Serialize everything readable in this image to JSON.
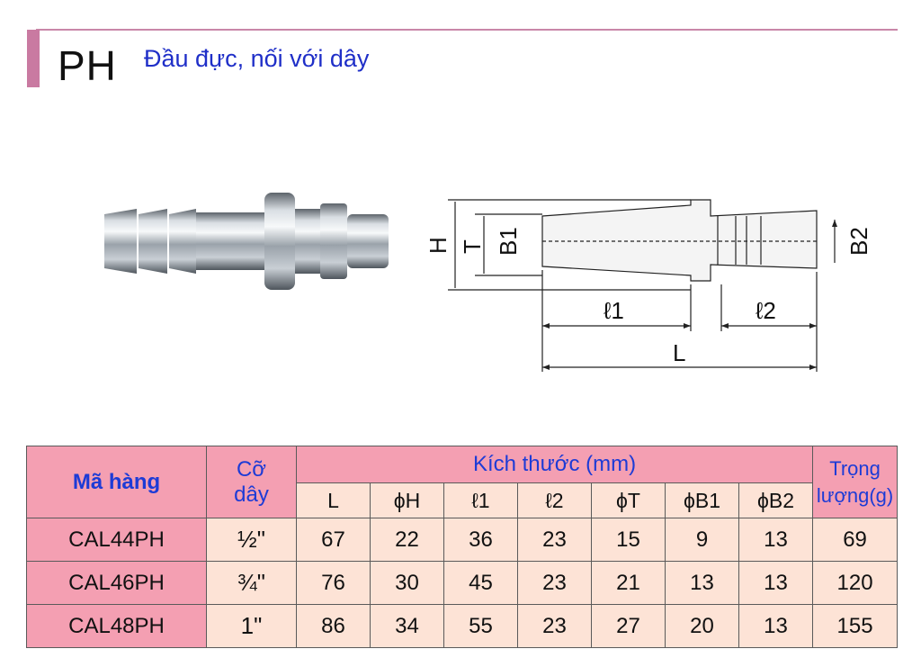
{
  "header": {
    "code": "PH",
    "description": "Đầu đực, nối với dây"
  },
  "drawing_labels": {
    "H": "H",
    "T": "T",
    "B1": "B1",
    "B2": "B2",
    "l1": "ℓ1",
    "l2": "ℓ2",
    "L": "L"
  },
  "table": {
    "col_code": "Mã hàng",
    "col_size_1": "Cỡ",
    "col_size_2": "dây",
    "col_dims": "Kích thước (mm)",
    "col_weight_1": "Trọng",
    "col_weight_2": "lượng(g)",
    "sub_headers": [
      "L",
      "ϕH",
      "ℓ1",
      "ℓ2",
      "ϕT",
      "ϕB1",
      "ϕB2"
    ],
    "rows": [
      {
        "code": "CAL44PH",
        "size": "½\"",
        "L": "67",
        "H": "22",
        "l1": "36",
        "l2": "23",
        "T": "15",
        "B1": "9",
        "B2": "13",
        "weight": "69"
      },
      {
        "code": "CAL46PH",
        "size": "¾\"",
        "L": "76",
        "H": "30",
        "l1": "45",
        "l2": "23",
        "T": "21",
        "B1": "13",
        "B2": "13",
        "weight": "120"
      },
      {
        "code": "CAL48PH",
        "size": "1\"",
        "L": "86",
        "H": "34",
        "l1": "55",
        "l2": "23",
        "T": "27",
        "B1": "20",
        "B2": "13",
        "weight": "155"
      }
    ]
  }
}
